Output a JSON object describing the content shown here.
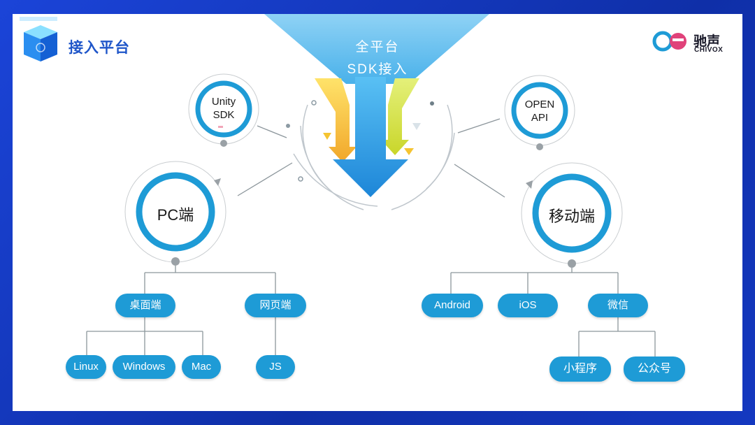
{
  "header": {
    "title": "接入平台"
  },
  "logo": {
    "cn": "驰声",
    "en": "CHIVOX"
  },
  "funnel": {
    "line1": "全平台",
    "line2": "SDK接入"
  },
  "nodes": {
    "unity": {
      "line1": "Unity",
      "line2": "SDK"
    },
    "open_api": {
      "line1": "OPEN",
      "line2": "API"
    },
    "pc": "PC端",
    "mobile": "移动端"
  },
  "pc_branch": {
    "desktop": "桌面端",
    "web": "网页端",
    "desktop_children": [
      "Linux",
      "Windows",
      "Mac"
    ],
    "web_children": [
      "JS"
    ]
  },
  "mobile_branch": {
    "android": "Android",
    "ios": "iOS",
    "wechat": "微信",
    "wechat_children": [
      "小程序",
      "公众号"
    ]
  },
  "colors": {
    "accent": "#1e9bd6",
    "title": "#1f56c9",
    "frame": "#1438c0"
  }
}
